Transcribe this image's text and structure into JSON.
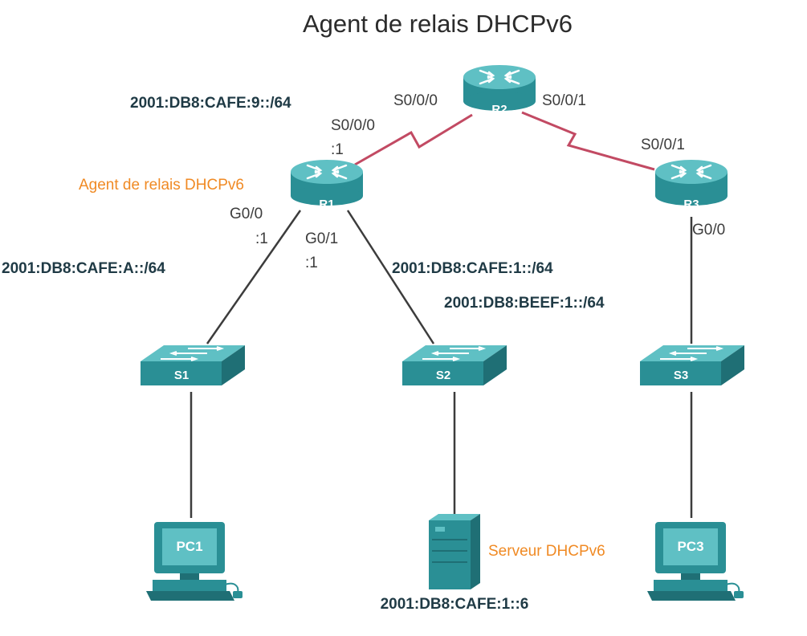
{
  "title": "Agent de relais DHCPv6",
  "colors": {
    "device_teal": "#2a8f95",
    "device_top": "#5fc0c4",
    "link_gray": "#3c3c3c",
    "serial_red": "#c24a63",
    "accent_orange": "#f08a24"
  },
  "devices": {
    "r1": "R1",
    "r2": "R2",
    "r3": "R3",
    "s1": "S1",
    "s2": "S2",
    "s3": "S3",
    "pc1": "PC1",
    "pc3": "PC3"
  },
  "icons": {
    "router": "router-icon",
    "switch": "switch-icon",
    "pc": "pc-icon",
    "server": "server-icon"
  },
  "interfaces": {
    "r2_s000": "S0/0/0",
    "r2_s001": "S0/0/1",
    "r1_s000": "S0/0/0",
    "r1_s000_host": ":1",
    "r3_s001": "S0/0/1",
    "r1_g00": "G0/0",
    "r1_g00_host": ":1",
    "r1_g01": "G0/1",
    "r1_g01_host": ":1",
    "r3_g00": "G0/0"
  },
  "networks": {
    "serial_net": "2001:DB8:CAFE:9::/64",
    "lan_a": "2001:DB8:CAFE:A::/64",
    "lan_1": "2001:DB8:CAFE:1::/64",
    "lan_beef": "2001:DB8:BEEF:1::/64",
    "server_addr": "2001:DB8:CAFE:1::6"
  },
  "roles": {
    "relay_agent": "Agent de relais DHCPv6",
    "dhcp_server": "Serveur DHCPv6"
  }
}
